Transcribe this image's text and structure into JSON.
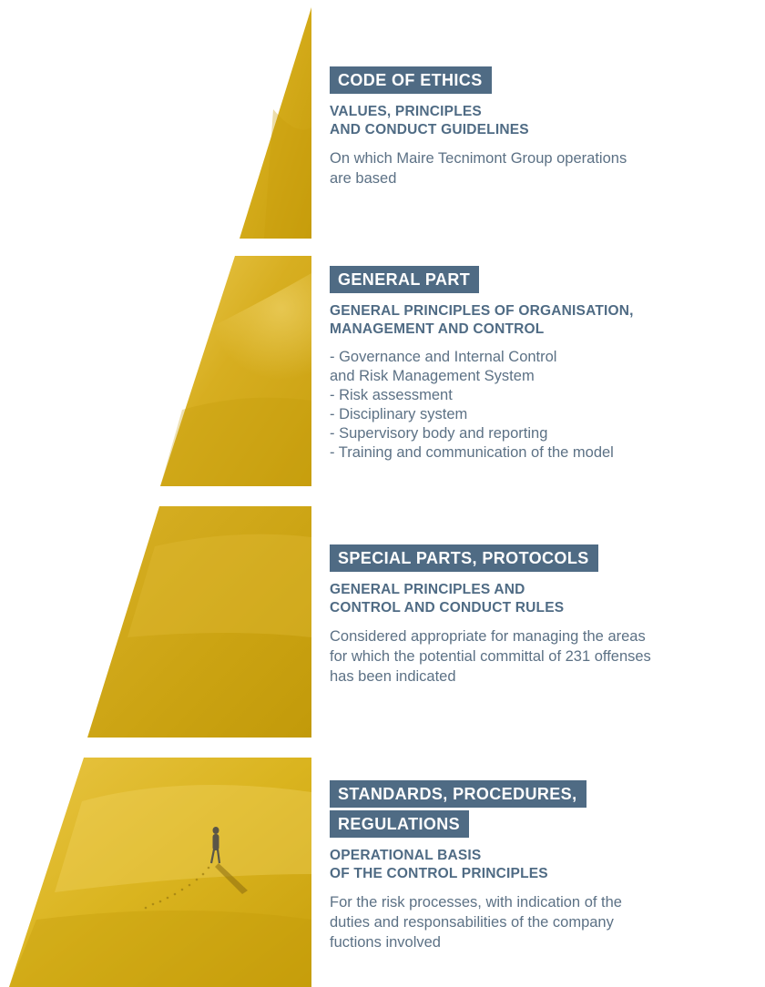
{
  "tiers": [
    {
      "title": "CODE OF ETHICS",
      "subtitle": "VALUES, PRINCIPLES\nAND CONDUCT GUIDELINES",
      "description": "On which Maire Tecnimont Group operations\nare based"
    },
    {
      "title": "GENERAL PART",
      "subtitle": "GENERAL PRINCIPLES OF ORGANISATION,\nMANAGEMENT AND CONTROL",
      "bullets": [
        "- Governance and Internal Control\n  and Risk Management System",
        "- Risk assessment",
        "- Disciplinary system",
        "- Supervisory body and reporting",
        "- Training and communication of the model"
      ]
    },
    {
      "title": "SPECIAL PARTS, PROTOCOLS",
      "subtitle": "GENERAL PRINCIPLES AND\nCONTROL AND CONDUCT RULES",
      "description": "Considered appropriate for managing the areas\nfor which the potential committal of 231 offenses\nhas been indicated"
    },
    {
      "title_lines": [
        "STANDARDS, PROCEDURES,",
        "REGULATIONS"
      ],
      "subtitle": "OPERATIONAL BASIS\nOF THE CONTROL PRINCIPLES",
      "description": "For the risk processes, with indication of the\nduties and responsabilities of the company\nfuctions involved"
    }
  ],
  "colors": {
    "badge": "#4f6b84",
    "subtitle": "#4f6b84",
    "body": "#5c7185",
    "pyramid_gold": "#d4a817",
    "pyramid_light": "#ebc84a"
  }
}
